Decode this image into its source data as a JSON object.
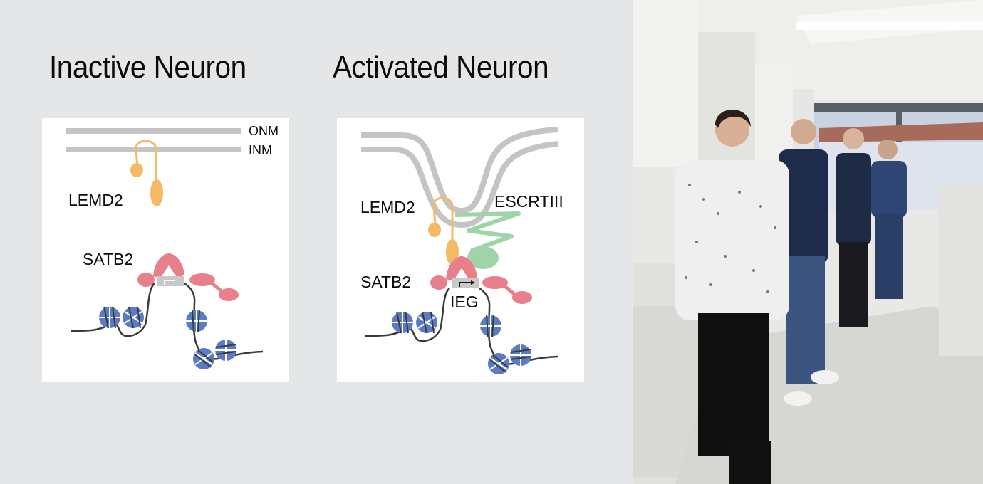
{
  "figure": {
    "panels": [
      {
        "title": "Inactive Neuron",
        "labels": {
          "outer_membrane": "ONM",
          "inner_membrane": "INM",
          "protein_1": "LEMD2",
          "protein_2": "SATB2"
        }
      },
      {
        "title": "Activated Neuron",
        "labels": {
          "protein_1": "LEMD2",
          "protein_3": "ESCRTIII",
          "protein_2": "SATB2",
          "gene": "IEG"
        }
      }
    ],
    "colors": {
      "background": "#e5e6e8",
      "membrane": "#c4c4c4",
      "lemd2": "#f5b865",
      "satb2": "#e8808c",
      "escrtiii": "#9fd4a8",
      "nucleosome": "#5b7bc4",
      "dna": "#3a3a3a",
      "promoter": "#c8c8c8"
    }
  },
  "photo": {
    "description": "group-photo-of-four-researchers-in-lab",
    "people_count": 4
  }
}
